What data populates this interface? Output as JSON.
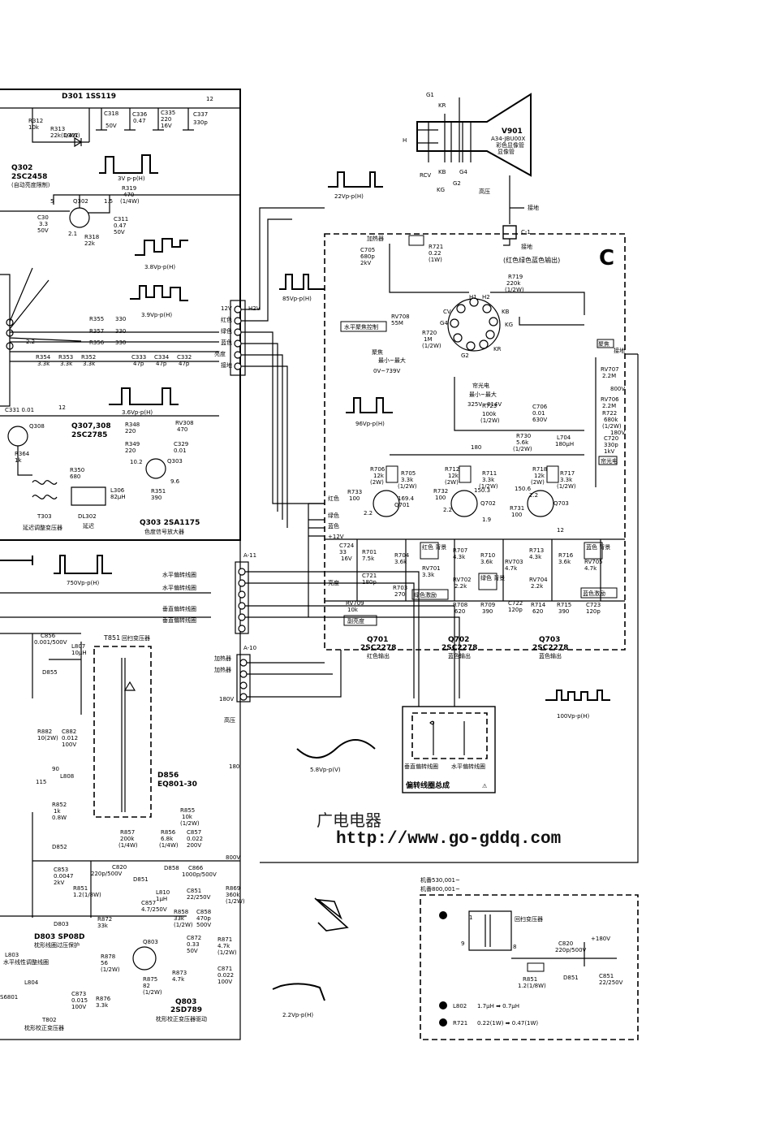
{
  "top": {
    "diode_bar": "D301 1SS119",
    "node12": "12"
  },
  "left_panel": {
    "q302": "Q302",
    "q302_part": "2SC2458",
    "q302_desc": "(自动亮度限制)",
    "r312": "R312",
    "r312_v": "10k",
    "r313": "R313",
    "r313_v": "22k(1/4W)",
    "d301": "D301",
    "c318": "C318",
    "c318_v": "50V",
    "c336": "C336",
    "c336_v": "0.47",
    "c335": "C335",
    "c335_v": "220",
    "c335_v2": "16V",
    "c337": "C337",
    "c337_v": "330p",
    "w3vpp": "3V p-p(H)",
    "r319": "R319",
    "r319_v": "470",
    "r319_w": "(1/4W)",
    "n5": "5",
    "n15": "1.5",
    "q302_s": "Q302",
    "c30": "C30",
    "c30_v": "3.3",
    "c30_v2": "50V",
    "c311": "C311",
    "c311_v": "0.47",
    "c311_v2": "50V",
    "r318": "R318",
    "r318_v": "22k",
    "n21": "2.1",
    "w38": "3.8Vp-p(H)",
    "w39": "3.9Vp-p(H)",
    "w36": "3.6Vp-p(H)",
    "r355": "R355",
    "r357": "R357",
    "r356": "R356",
    "v330": "330",
    "r354": "R354",
    "r353": "R353",
    "r352": "R352",
    "v33k": "3.3k",
    "c333": "C333",
    "c334": "C334",
    "c332": "C332",
    "v47p": "47p",
    "n22": "2.2",
    "c331": "C331 0.01",
    "n12b": "12",
    "q308": "Q308",
    "q307": "Q307,308",
    "q307_part": "2SC2785",
    "r348": "R348",
    "r348_v": "220",
    "rv308": "RV308",
    "rv308_v": "470",
    "r349": "R349",
    "r349_v": "220",
    "c329": "C329",
    "c329_v": "0.01",
    "n102": "10.2",
    "q303s": "Q303",
    "n96": "9.6",
    "r364": "R364",
    "r364_v": "1k",
    "r350": "R350",
    "r350_v": "680",
    "l306": "L306",
    "l306_v": "82μH",
    "r351": "R351",
    "r351_v": "390",
    "t303": "T303",
    "t303_desc": "延迟调整变压器",
    "dl302": "DL302",
    "dl302_desc": "延迟",
    "q303": "Q303 2SA1175",
    "q303_desc": "色度信号放大器",
    "w750": "750Vp-p(H)",
    "c856": "C856",
    "c856_v": "0.001/500V",
    "l807": "L807",
    "l807_v": "10μH",
    "t851": "T851",
    "t851_desc": "回扫变压器",
    "d855": "D855",
    "r882": "R882",
    "r882_v": "10(2W)",
    "c882": "C882",
    "c882_v": "0.012",
    "c882_v2": "100V",
    "n90": "90",
    "l808": "L808",
    "n115": "115",
    "d856": "D856",
    "d856_part": "EQ801-30",
    "r852": "R852",
    "r852_v": "1k",
    "r852_w": "0.8W",
    "r855": "R855",
    "r855_v": "10k",
    "r855_w": "(1/2W)",
    "r857": "R857",
    "r857_v": "200k",
    "r857_w": "(1/4W)",
    "r856": "R856",
    "r856_v": "6.8k",
    "r856_w": "(1/4W)",
    "c857": "C857",
    "c857_v": "0.022",
    "c857_v2": "200V",
    "d852": "D852",
    "c853": "C853",
    "c853_v": "0.0047",
    "c853_v2": "2kV",
    "v800": "800V",
    "c820": "C820",
    "c820_v": "220p/500V",
    "d851": "D851",
    "d858": "D858",
    "c866": "C866",
    "c866_v": "1000p/500V",
    "r851": "R851",
    "r851_v": "1.2(1/8W)",
    "c851": "C851",
    "c851_v": "22/250V",
    "l810": "L810",
    "l810_v": "1μH",
    "c857b": "C857",
    "c857b_v": "4.7/250V",
    "r858": "R858",
    "r858_v": "33k",
    "r858_w": "(1/2W)",
    "c858": "C858",
    "c858_v": "470p",
    "c858_v2": "500V",
    "r869": "R869",
    "r869_v": "360k",
    "r869_w": "(1/2W)",
    "d803": "D803",
    "r872": "R872",
    "r872_v": "33k",
    "d803_part": "D803 SP08D",
    "d803_desc": "枕形线圈过压保护",
    "l803": "L803",
    "l803_desc": "水平线性调整线圈",
    "l804": "L804",
    "q803s": "Q803",
    "r878": "R878",
    "r878_v": "56",
    "r878_w": "(1/2W)",
    "c872": "C872",
    "c872_v": "0.33",
    "c872_v2": "50V",
    "r871": "R871",
    "r871_v": "4.7k",
    "r871_w": "(1/2W)",
    "r875": "R875",
    "r875_v": "82",
    "r875_w": "(1/2W)",
    "r873": "R873",
    "r873_v": "4.7k",
    "c871": "C871",
    "c871_v": "0.022",
    "c871_v2": "100V",
    "r876": "R876",
    "r876_v": "3.3k",
    "c873": "C873",
    "c873_v": "0.015",
    "c873_v2": "100V",
    "s6801": "S6801",
    "t802": "T802",
    "t802_desc": "枕形校正变压器",
    "q803": "Q803",
    "q803_part": "2SD789",
    "q803_desc": "枕形校正变压器驱动",
    "w22": "2.2Vp-p(H)"
  },
  "connectors": {
    "v12": "12V",
    "h2v": "H2V",
    "red": "红色",
    "green": "绿色",
    "blue": "蓝色",
    "bright": "亮度",
    "gnd": "接地",
    "a11": "A-11",
    "a10": "A-10",
    "hdef1": "水平偏转线圈",
    "hdef2": "水平偏转线圈",
    "vdef1": "垂直偏转线圈",
    "vdef2": "垂直偏转线圈",
    "heater1": "加热器",
    "heater2": "加热器",
    "v180": "180V",
    "hv": "高压",
    "n180": "180"
  },
  "crt": {
    "g1": "G1",
    "kr": "KR",
    "h": "H",
    "v901": "V901",
    "tube": "A34-JBU00X",
    "tube_desc1": "彩色显像管",
    "tube_desc2": "显像管",
    "rcv": "RCV",
    "kb": "KB",
    "g4": "G4",
    "kg": "KG",
    "g2": "G2",
    "hv": "高压",
    "w22": "22Vp-p(H)",
    "gnd1": "接地",
    "c1": "C-1",
    "gnd2": "接地"
  },
  "c_board": {
    "title": "(红色绿色蓝色输出)",
    "letter": "C",
    "heater": "加热器",
    "c705": "C705",
    "c705_v": "680p",
    "c705_v2": "2kV",
    "r721": "R721",
    "r721_v": "0.22",
    "r721_w": "(1W)",
    "r719": "R719",
    "r719_v": "220k",
    "r719_w": "(1/2W)",
    "h1": "H1",
    "h2": "H2",
    "cv": "CV",
    "g4": "G4",
    "kb": "KB",
    "kg": "KG",
    "kr": "KR",
    "g2": "G2",
    "w85": "85Vp-p(H)",
    "rv708": "RV708",
    "rv708_v": "55M",
    "rv708_desc": "水平聚焦控制",
    "r720": "R720",
    "r720_v": "1M",
    "r720_w": "(1/2W)",
    "focus_l": "聚焦",
    "focus_r": "最小~最大",
    "focus_v": "0V~739V",
    "screen_l": "帘光电",
    "screen_r": "最小~最大",
    "screen_v": "325V~814V",
    "w96": "96Vp-p(H)",
    "r723": "R723",
    "r723_v": "100k",
    "r723_w": "(1/2W)",
    "c706": "C706",
    "c706_v": "0.01",
    "c706_v2": "630V",
    "r730": "R730",
    "r730_v": "5.6k",
    "r730_w": "(1/2W)",
    "l704": "L704",
    "l704_v": "180μH",
    "n180": "180",
    "r706": "R706",
    "r706_v": "12k",
    "r706_w": "(2W)",
    "r705": "R705",
    "r705_v": "3.3k",
    "r705_w": "(1/2W)",
    "r712": "R712",
    "r712_v": "12k",
    "r712_w": "(2W)",
    "r711": "R711",
    "r711_v": "3.3k",
    "r711_w": "(1/2W)",
    "r718": "R718",
    "r718_v": "12k",
    "r718_w": "(2W)",
    "r717": "R717",
    "r717_v": "3.3k",
    "r717_w": "(1/2W)",
    "n1694": "169.4",
    "n1503": "150.3",
    "n1506": "150.6",
    "r733": "R733",
    "r733_v": "100",
    "r732": "R732",
    "r732_v": "100",
    "r731": "R731",
    "r731_v": "100",
    "n22": "2.2",
    "n19": "1.9",
    "q701": "Q701",
    "q702": "Q702",
    "q703": "Q703",
    "red": "红色",
    "green": "绿色",
    "blue": "蓝色",
    "v12": "+12V",
    "n12": "12",
    "bright": "亮度",
    "c724": "C724",
    "c724_v": "33",
    "c724_v2": "16V",
    "r701": "R701",
    "r701_v": "7.5k",
    "r704": "R704",
    "r704_v": "3.6k",
    "r707": "R707",
    "r707_v": "4.3k",
    "r710": "R710",
    "r710_v": "3.6k",
    "r713": "R713",
    "r713_v": "4.3k",
    "r716": "R716",
    "r716_v": "3.6k",
    "rv701": "RV701",
    "rv701_v": "3.3k",
    "rv703": "RV703",
    "rv703_v": "4.7k",
    "rv705": "RV705",
    "rv705_v": "4.7k",
    "red_bias": "红色\n背景",
    "green_bias": "绿色\n背景",
    "blue_bias": "蓝色\n背景",
    "c721": "C721",
    "c721_v": "180p",
    "r703": "R703",
    "r703_v": "270",
    "green_drive": "绿色激励",
    "blue_drive": "蓝色激励",
    "rv702": "RV702",
    "rv702_v": "2.2k",
    "rv704": "RV704",
    "rv704_v": "2.2k",
    "r708": "R708",
    "r708_v": "620",
    "r709": "R709",
    "r709_v": "390",
    "c722": "C722",
    "c722_v": "120p",
    "r714": "R714",
    "r714_v": "620",
    "r715": "R715",
    "r715_v": "390",
    "c723": "C723",
    "c723_v": "120p",
    "rv709": "RV709",
    "rv709_v": "10k",
    "subbright": "副亮度",
    "q701_l": "Q701",
    "q701_part": "2SC2278",
    "q701_desc": "红色输出",
    "q702_l": "Q702",
    "q702_part": "2SC2278",
    "q702_desc": "蓝色输出",
    "q703_l": "Q703",
    "q703_part": "2SC2278",
    "q703_desc": "蓝色输出",
    "rv707": "RV707",
    "rv707_v": "2.2M",
    "rv706": "RV706",
    "rv706_v": "2.2M",
    "r722": "R722",
    "r722_v": "680k",
    "r722_w": "(1/2W)",
    "c720": "C720",
    "c720_v": "330p",
    "c720_v2": "1kV",
    "v800": "800V",
    "v180": "180V",
    "focus_box": "聚焦",
    "gnd": "接地",
    "screen_box": "帘光电"
  },
  "yoke": {
    "v": "垂直偏转线圈",
    "h": "水平偏转线圈",
    "title": "偏转线圈总成",
    "warn": "⚠"
  },
  "waveforms": {
    "w58": "5.8Vp-p(V)",
    "w100": "100Vp-p(H)"
  },
  "site": {
    "cn": "广电电器",
    "url": "http://www.go-gddq.com"
  },
  "inset": {
    "serial1": "机番530,001~",
    "serial2": "机番800,001~",
    "t_label": "回扫变压器",
    "c820": "C820",
    "c820_v": "220p/500V",
    "v180": "+180V",
    "r851": "R851",
    "r851_v": "1.2(1/8W)",
    "d851": "D851",
    "c851": "C851",
    "c851_v": "22/250V",
    "n1": "1",
    "n8": "8",
    "n9": "9",
    "l802_a": "L802",
    "l802_b": "1.7μH ➡ 0.7μH",
    "r721_a": "R721",
    "r721_b": "0.22(1W) ➡ 0.47(1W)"
  }
}
